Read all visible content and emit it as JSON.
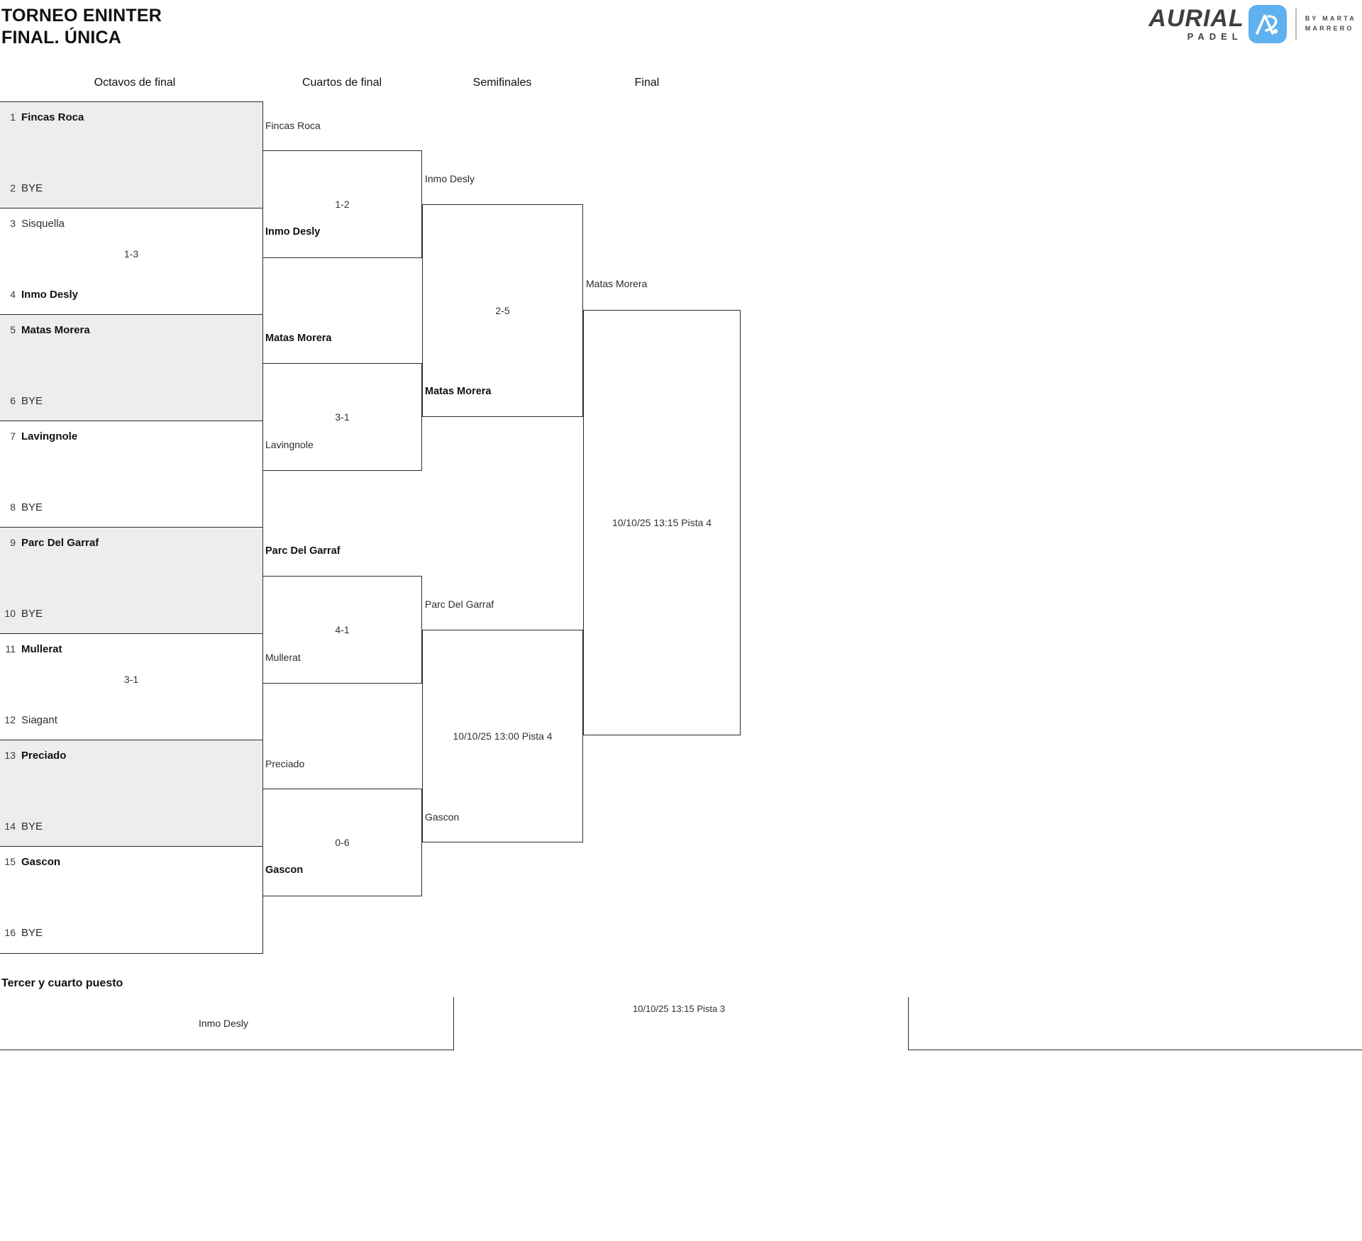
{
  "header": {
    "title_line1": "TORNEO ENINTER",
    "title_line2": "FINAL. ÚNICA"
  },
  "logo": {
    "brand": "AURIAL",
    "sub": "PADEL",
    "monogram": "AP",
    "by_line1": "BY MARTA",
    "by_line2": "MARRERO",
    "accent_color": "#5fb0ef"
  },
  "rounds": [
    {
      "label": "Octavos de final"
    },
    {
      "label": "Cuartos de final"
    },
    {
      "label": "Semifinales"
    },
    {
      "label": "Final"
    }
  ],
  "seeds": [
    {
      "num": "1",
      "name": "Fincas Roca",
      "winner": true
    },
    {
      "num": "2",
      "name": "BYE",
      "winner": false
    },
    {
      "num": "3",
      "name": "Sisquella",
      "winner": false
    },
    {
      "num": "4",
      "name": "Inmo Desly",
      "winner": true
    },
    {
      "num": "5",
      "name": "Matas Morera",
      "winner": true
    },
    {
      "num": "6",
      "name": "BYE",
      "winner": false
    },
    {
      "num": "7",
      "name": "Lavingnole",
      "winner": true
    },
    {
      "num": "8",
      "name": "BYE",
      "winner": false
    },
    {
      "num": "9",
      "name": "Parc Del Garraf",
      "winner": true
    },
    {
      "num": "10",
      "name": "BYE",
      "winner": false
    },
    {
      "num": "11",
      "name": "Mullerat",
      "winner": true
    },
    {
      "num": "12",
      "name": "Siagant",
      "winner": false
    },
    {
      "num": "13",
      "name": "Preciado",
      "winner": true
    },
    {
      "num": "14",
      "name": "BYE",
      "winner": false
    },
    {
      "num": "15",
      "name": "Gascon",
      "winner": true
    },
    {
      "num": "16",
      "name": "BYE",
      "winner": false
    }
  ],
  "octavos_scores": [
    "",
    "1-3",
    "",
    "",
    "",
    "3-1",
    "",
    ""
  ],
  "cuartos": [
    {
      "top": "Fincas Roca",
      "bottom": "Inmo Desly",
      "score": "1-2",
      "winner": "Inmo Desly",
      "top_win": false,
      "bottom_win": true
    },
    {
      "top": "Matas Morera",
      "bottom": "Lavingnole",
      "score": "3-1",
      "winner": "Matas Morera",
      "top_win": true,
      "bottom_win": false
    },
    {
      "top": "Parc Del Garraf",
      "bottom": "Mullerat",
      "score": "4-1",
      "winner": "Parc Del Garraf",
      "top_win": true,
      "bottom_win": false
    },
    {
      "top": "Preciado",
      "bottom": "Gascon",
      "score": "0-6",
      "winner": "Gascon",
      "top_win": false,
      "bottom_win": true
    }
  ],
  "semifinales": [
    {
      "top": "Inmo Desly",
      "bottom": "Matas Morera",
      "score": "2-5",
      "winner": "Matas Morera",
      "top_win": false,
      "bottom_win": true
    },
    {
      "top": "Parc Del Garraf",
      "bottom": "Gascon",
      "score": "10/10/25 13:00 Pista 4",
      "winner": "",
      "top_win": false,
      "bottom_win": false
    }
  ],
  "final": {
    "top": "Matas Morera",
    "schedule": "10/10/25 13:15 Pista 4"
  },
  "third_place": {
    "title": "Tercer y cuarto puesto",
    "competitor": "Inmo Desly",
    "schedule": "10/10/25 13:15 Pista 3"
  }
}
